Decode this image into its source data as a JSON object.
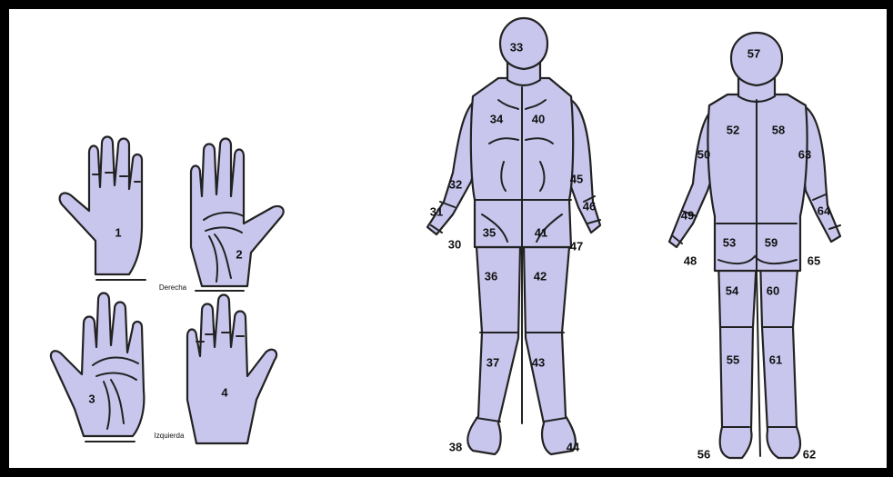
{
  "hands": {
    "labels": [
      "1",
      "2",
      "3",
      "4"
    ],
    "caption_right": "Derecha",
    "caption_left": "Izquierda"
  },
  "front_body": {
    "labels": [
      "30",
      "31",
      "32",
      "33",
      "34",
      "35",
      "36",
      "37",
      "38",
      "40",
      "41",
      "42",
      "43",
      "44",
      "45",
      "46",
      "47"
    ]
  },
  "back_body": {
    "labels": [
      "48",
      "49",
      "50",
      "52",
      "53",
      "54",
      "55",
      "56",
      "57",
      "58",
      "59",
      "60",
      "61",
      "62",
      "63",
      "64",
      "65"
    ]
  }
}
